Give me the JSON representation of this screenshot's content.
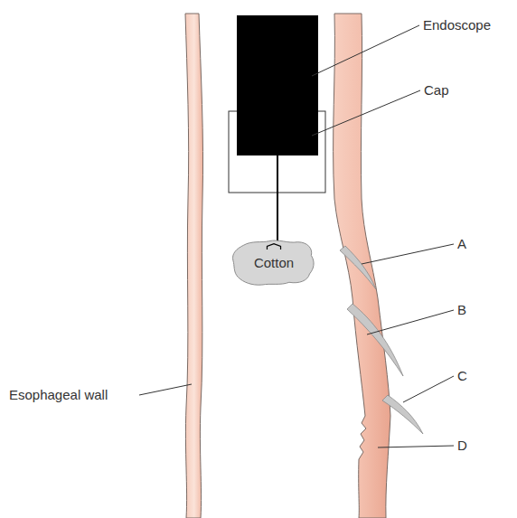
{
  "diagram": {
    "nodes": [
      {
        "text": [
          "Cotton"
        ]
      }
    ],
    "labels": [
      "Endoscope",
      "Cap",
      "A",
      "B",
      "C",
      "D",
      "Esophageal wall"
    ]
  }
}
